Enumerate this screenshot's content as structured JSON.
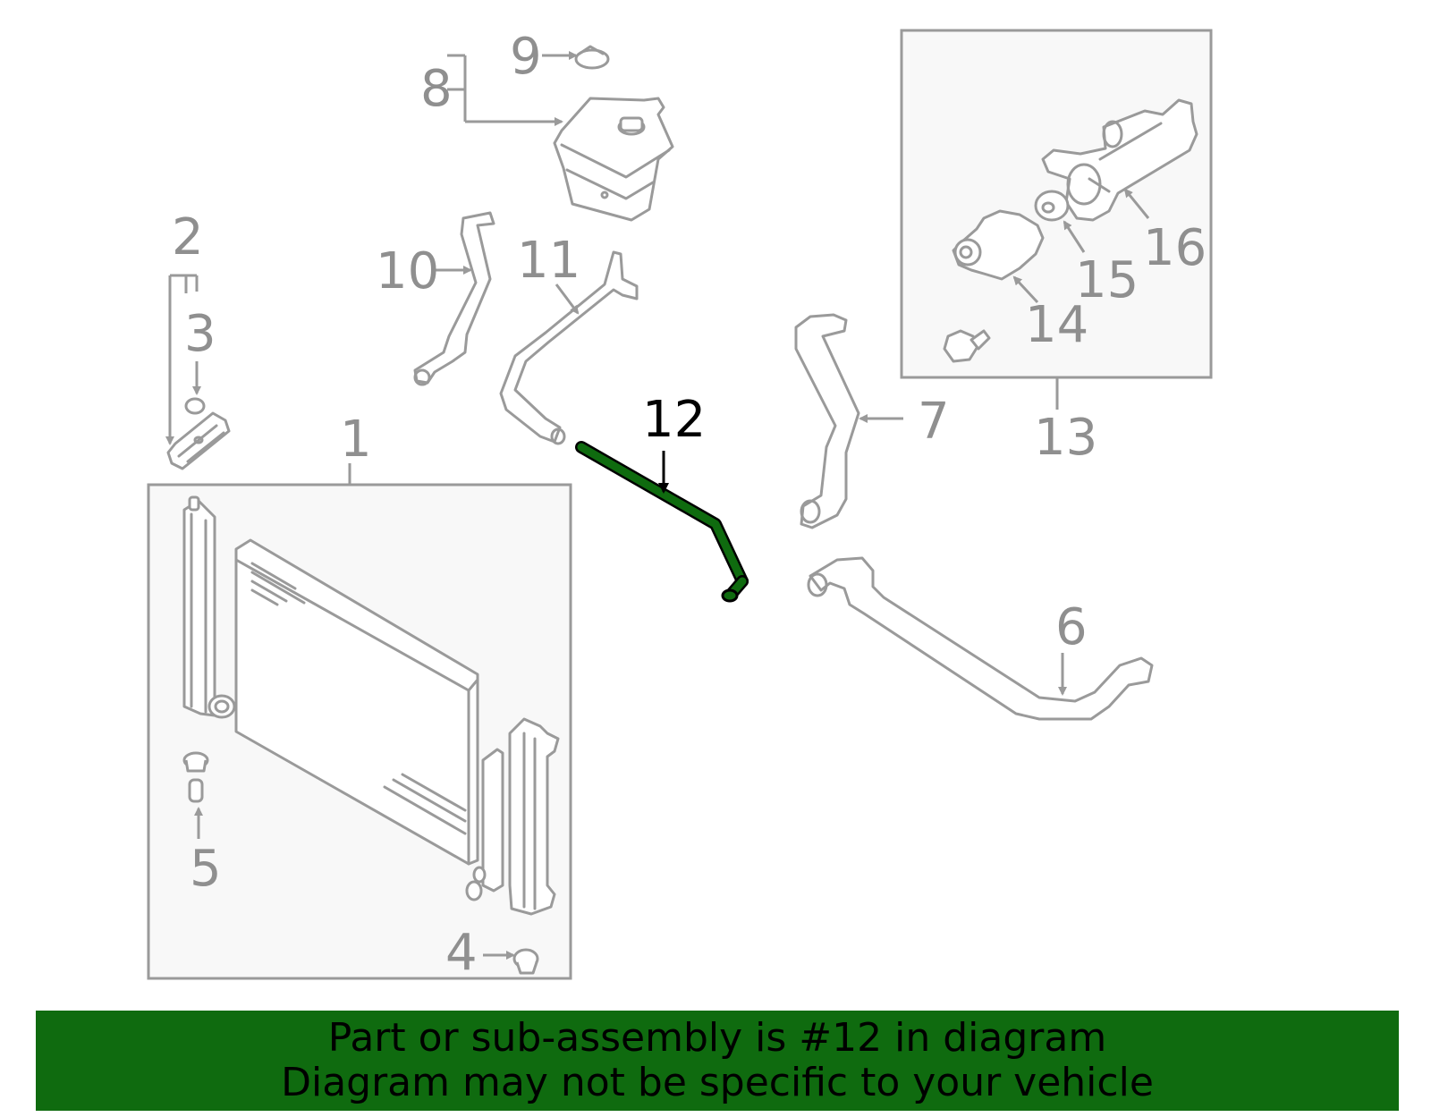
{
  "diagram": {
    "highlight_color": "#0f6b0f",
    "part_color": "#9a9a9a",
    "callouts": [
      {
        "id": "1",
        "label": "1"
      },
      {
        "id": "2",
        "label": "2"
      },
      {
        "id": "3",
        "label": "3"
      },
      {
        "id": "4",
        "label": "4"
      },
      {
        "id": "5",
        "label": "5"
      },
      {
        "id": "6",
        "label": "6"
      },
      {
        "id": "7",
        "label": "7"
      },
      {
        "id": "8",
        "label": "8"
      },
      {
        "id": "9",
        "label": "9"
      },
      {
        "id": "10",
        "label": "10"
      },
      {
        "id": "11",
        "label": "11"
      },
      {
        "id": "12",
        "label": "12",
        "highlighted": true
      },
      {
        "id": "13",
        "label": "13"
      },
      {
        "id": "14",
        "label": "14"
      },
      {
        "id": "15",
        "label": "15"
      },
      {
        "id": "16",
        "label": "16"
      }
    ]
  },
  "footer": {
    "line1": "Part or sub-assembly is #12 in diagram",
    "line2": "Diagram may not be specific to your vehicle",
    "background": "#0f6b0f"
  }
}
